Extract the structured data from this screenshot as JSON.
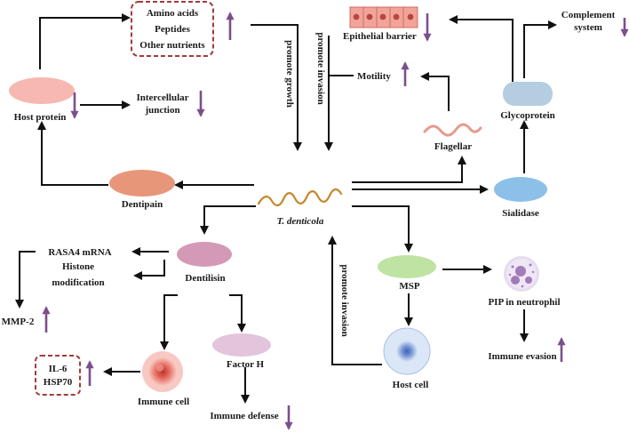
{
  "center": {
    "label": "T. denticola"
  },
  "nodes": {
    "amino_acids": "Amino acids",
    "peptides": "Peptides",
    "other_nutrients": "Other nutrients",
    "epithelial_barrier": "Epithelial barrier",
    "complement_system_line1": "Complement",
    "complement_system_line2": "system",
    "motility": "Motility",
    "host_protein": "Host protein",
    "intercellular_junction_line1": "Intercellular",
    "intercellular_junction_line2": "junction",
    "flagellar": "Flagellar",
    "glycoprotein": "Glycoprotein",
    "dentipain": "Dentipain",
    "sialidase": "Sialidase",
    "rasa4_mrna": "RASA4 mRNA",
    "histone_modification_line1": "Histone",
    "histone_modification_line2": "modification",
    "dentilisin": "Dentilisin",
    "mmp2": "MMP-2",
    "msp": "MSP",
    "pip_in_neutrophil": "PIP in neutrophil",
    "il6": "IL-6",
    "hsp70": "HSP70",
    "factor_h": "Factor H",
    "immune_cell": "Immune cell",
    "host_cell": "Host cell",
    "immune_evasion": "Immune evasion",
    "immune_defense": "Immune defense"
  },
  "edge_labels": {
    "promote_growth": "promote growth",
    "promote_invasion_top": "promote invasion",
    "promote_invasion_bottom": "promote invasion"
  },
  "indicators": {
    "nutrients": "up",
    "epithelial_barrier": "down",
    "complement_system": "down",
    "motility": "up",
    "host_protein": "down",
    "intercellular_junction": "down",
    "mmp2": "up",
    "il6_hsp70": "up",
    "immune_evasion": "up",
    "immune_defense": "down"
  },
  "colors": {
    "indicator": "#7b4f8c",
    "dashed_box": "#a23b3b",
    "spirochete": "#c8862a",
    "host_protein": "#f6b8b0",
    "dentipain": "#e8967a",
    "dentilisin": "#d49ab5",
    "factor_h": "#e2c4dc",
    "glycoprotein": "#b5cde0",
    "sialidase": "#8cc0e8",
    "msp": "#bfe3a3",
    "flagellar": "#e79a8d",
    "epithelial_cells": "#f2a49a",
    "immune_cell": "#e6665c",
    "host_cell": "#6d8fd0",
    "neutrophil": "#a27bb8"
  }
}
